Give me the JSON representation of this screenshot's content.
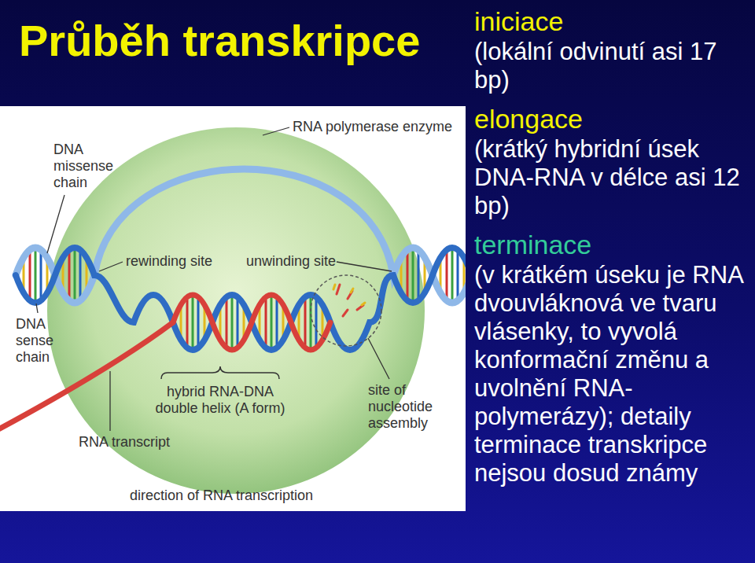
{
  "diagram": {
    "title": "Průběh transkripce",
    "labels": [
      "iniciace",
      "(lokální odvinutí asi 17 bp)",
      "elongace",
      "(krátký hybridní úsek DNA-RNA v délce asi 12 bp)",
      "terminace",
      "(v krátkém úseku je RNA dvouvláknová ve tvaru vlásenky, to vyvolá konformační změnu a uvolnění RNA-polymerázy); detaily terminace transkripce nejsou dosud známy",
      "RNA polymerase enzyme",
      "DNA missense chain",
      "DNA sense chain",
      "rewinding site",
      "unwinding site",
      "hybrid RNA-DNA double helix (A form)",
      "site of nucleotide assembly",
      "RNA transcript",
      "direction of RNA transcription"
    ]
  }
}
